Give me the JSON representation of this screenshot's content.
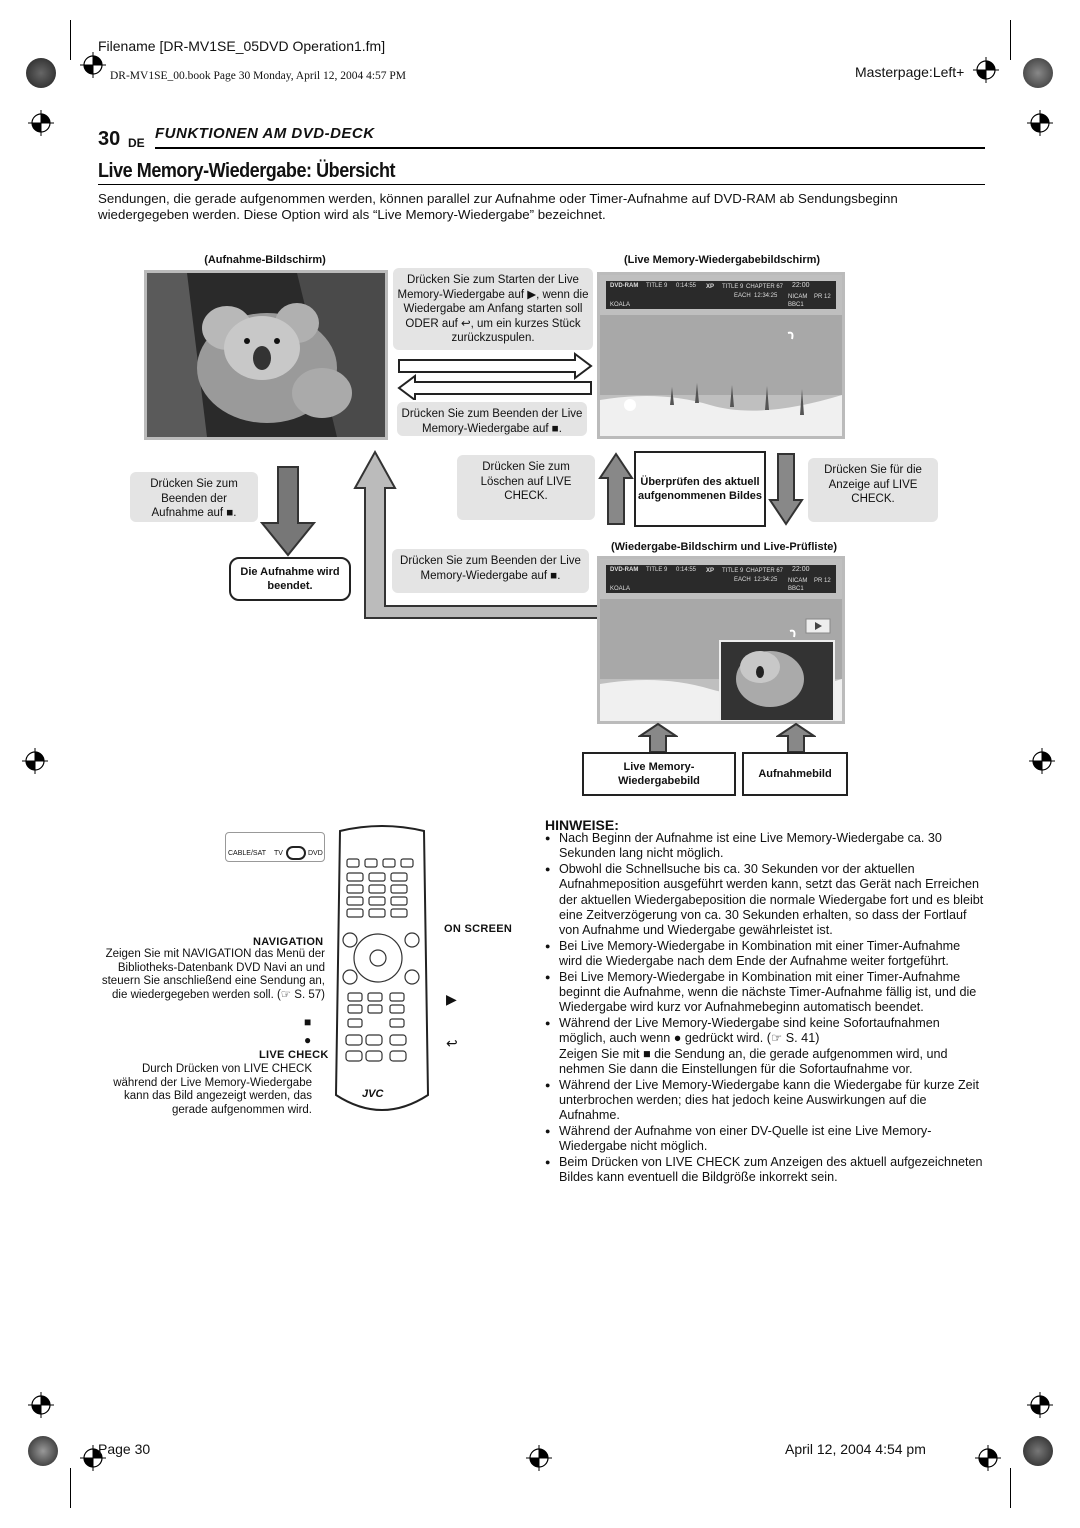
{
  "header": {
    "filename": "Filename [DR-MV1SE_05DVD Operation1.fm]",
    "book_line": "DR-MV1SE_00.book  Page 30  Monday, April 12, 2004  4:57 PM",
    "masterpage": "Masterpage:Left+"
  },
  "section": {
    "number": "30",
    "lang": "DE",
    "title": "FUNKTIONEN AM DVD-DECK"
  },
  "page_title": "Live Memory-Wiedergabe: Übersicht",
  "intro": "Sendungen, die gerade aufgenommen werden, können parallel zur Aufnahme oder Timer-Aufnahme auf DVD-RAM ab Sendungsbeginn wiedergegeben werden. Diese Option wird als “Live Memory-Wiedergabe” bezeichnet.",
  "diagram": {
    "cap_recording": "(Aufnahme-Bildschirm)",
    "cap_live": "(Live Memory-Wiedergabebildschirm)",
    "cap_check": "(Wiedergabe-Bildschirm und Live-Prüfliste)",
    "pane_start": "Drücken Sie zum Starten der Live Memory-Wiedergabe auf ▶, wenn die Wiedergabe am Anfang starten soll ODER auf ↩, um ein kurzes Stück zurückzuspulen.",
    "pane_end1": "Drücken Sie zum Beenden der Live Memory-Wiedergabe auf ■.",
    "pane_end_rec": "Drücken Sie zum Beenden der Aufnahme auf ■.",
    "pane_delete": "Drücken Sie zum Löschen auf LIVE CHECK.",
    "box_check": "Überprüfen des aktuell aufgenommenen Bildes",
    "pane_show": "Drücken Sie für die Anzeige auf LIVE CHECK.",
    "box_rec_done": "Die Aufnahme wird beendet.",
    "pane_end2": "Drücken Sie zum Beenden der Live Memory-Wiedergabe auf ■.",
    "box_live_img": "Live Memory-Wiedergabebild",
    "box_rec_img": "Aufnahmebild",
    "osd": {
      "mode": "DVD-RAM",
      "title": "TITLE 9",
      "time": "0:14:55",
      "xp": "XP",
      "title2": "TITLE 9",
      "chapter": "CHAPTER 67",
      "clock": "22:00",
      "each": "EACH",
      "elapsed": "12:34:25",
      "nicam": "NICAM",
      "pr": "PR 12",
      "name": "KOALA",
      "channel": "BBC1"
    }
  },
  "remote": {
    "switch_label_left": "CABLE/SAT",
    "switch_label_tv": "TV",
    "switch_label_dvd": "DVD",
    "on_screen": "ON SCREEN",
    "navigation_head": "NAVIGATION",
    "navigation_text": "Zeigen Sie mit NAVIGATION das Menü der Bibliotheks-Datenbank DVD Navi an und steuern Sie anschließend eine Sendung an, die wiedergegeben werden soll. (☞ S. 57)",
    "live_check_head": "LIVE CHECK",
    "live_check_text": "Durch Drücken von LIVE CHECK während der Live Memory-Wiedergabe kann das Bild angezeigt werden, das gerade aufgenommen wird.",
    "brand": "JVC"
  },
  "hinweise": {
    "title": "HINWEISE:",
    "items": [
      "Nach Beginn der Aufnahme ist eine Live Memory-Wiedergabe ca. 30 Sekunden lang nicht möglich.",
      "Obwohl die Schnellsuche bis ca. 30 Sekunden vor der aktuellen Aufnahmeposition ausgeführt werden kann, setzt das Gerät nach Erreichen der aktuellen Wiedergabeposition die normale Wiedergabe fort und es bleibt eine Zeitverzögerung von ca. 30 Sekunden erhalten, so dass der Fortlauf von Aufnahme und Wiedergabe gewährleistet ist.",
      "Bei Live Memory-Wiedergabe in Kombination mit einer Timer-Aufnahme wird die Wiedergabe nach dem Ende der Aufnahme weiter fortgeführt.",
      "Bei Live Memory-Wiedergabe in Kombination mit einer Timer-Aufnahme beginnt die Aufnahme, wenn die nächste Timer-Aufnahme fällig ist, und die Wiedergabe wird kurz vor Aufnahmebeginn automatisch beendet.",
      "Während der Live Memory-Wiedergabe sind keine Sofortaufnahmen möglich, auch wenn ● gedrückt wird. (☞ S. 41)",
      "Während der Live Memory-Wiedergabe kann die Wiedergabe für kurze Zeit unterbrochen werden; dies hat jedoch keine Auswirkungen auf die Aufnahme.",
      "Während der Aufnahme von einer DV-Quelle ist eine Live Memory-Wiedergabe nicht möglich.",
      "Beim Drücken von LIVE CHECK zum Anzeigen des aktuell aufgezeichneten Bildes kann eventuell die Bildgröße inkorrekt sein."
    ],
    "sub_after_5": "Zeigen Sie mit ■ die Sendung an, die gerade aufgenommen wird, und nehmen Sie dann die Einstellungen für die Sofortaufnahme vor."
  },
  "footer": {
    "page": "Page 30",
    "date": "April 12, 2004 4:54 pm"
  }
}
